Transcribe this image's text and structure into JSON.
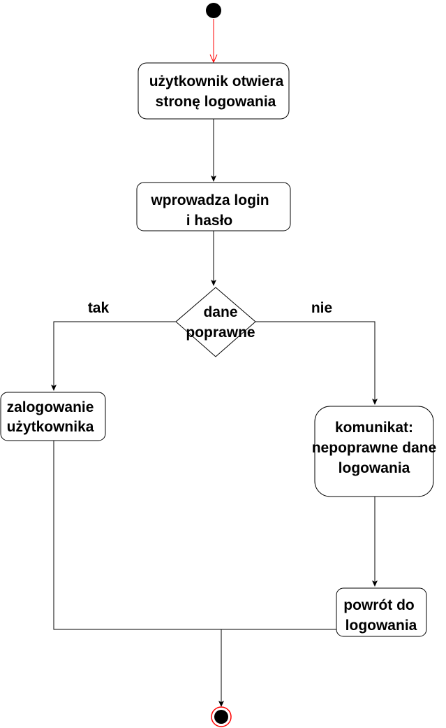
{
  "diagram": {
    "nodes": {
      "open_login": {
        "line1": "użytkownik otwiera",
        "line2": "stronę logowania"
      },
      "enter_credentials": {
        "line1": "wprowadza login",
        "line2": "i hasło"
      },
      "decision": {
        "line1": "dane",
        "line2": "poprawne"
      },
      "logged_in": {
        "line1": "zalogowanie",
        "line2": "użytkownika"
      },
      "error_message": {
        "line1": "komunikat:",
        "line2": "nepoprawne dane",
        "line3": "logowania"
      },
      "back_to_login": {
        "line1": "powrót do",
        "line2": "logowania"
      }
    },
    "edge_labels": {
      "yes": "tak",
      "no": "nie"
    }
  },
  "colors": {
    "stroke": "#000000",
    "initial_arrow": "#ff0000",
    "final_ring": "#ff0000",
    "fill": "#ffffff"
  }
}
